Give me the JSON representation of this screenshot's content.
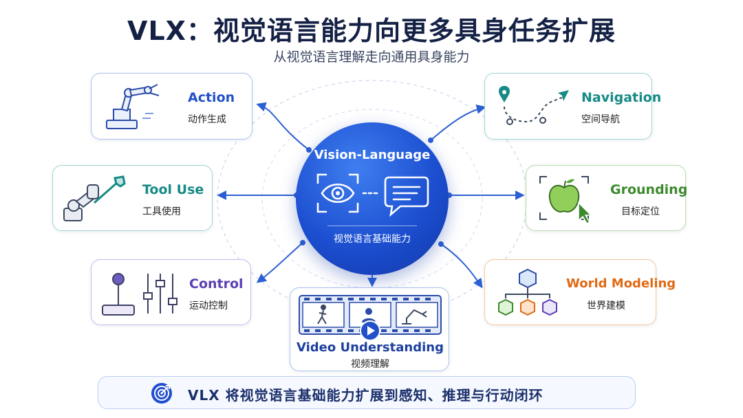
{
  "title": "VLX：视觉语言能力向更多具身任务扩展",
  "subtitle": "从视觉语言理解走向通用具身能力",
  "hub": {
    "title": "Vision-Language",
    "subtitle": "视觉语言基础能力"
  },
  "cards": {
    "action": {
      "name": "Action",
      "sub": "动作生成",
      "color": "#2150c8",
      "border": "#a9c0ee"
    },
    "tool_use": {
      "name": "Tool Use",
      "sub": "工具使用",
      "color": "#168a86",
      "border": "#9ed6d3"
    },
    "control": {
      "name": "Control",
      "sub": "运动控制",
      "color": "#5b3fb0",
      "border": "#c7b8ea"
    },
    "navigation": {
      "name": "Navigation",
      "sub": "空间导航",
      "color": "#168a86",
      "border": "#9ed6d3"
    },
    "grounding": {
      "name": "Grounding",
      "sub": "目标定位",
      "color": "#3c8a2e",
      "border": "#b6d9a6"
    },
    "world_modeling": {
      "name": "World Modeling",
      "sub": "世界建模",
      "color": "#e06a14",
      "border": "#f3c59a"
    },
    "video": {
      "name": "Video Understanding",
      "sub": "视频理解",
      "color": "#1c3f9e",
      "border": "#a9c0ee"
    }
  },
  "bottom_bar": {
    "text": "VLX 将视觉语言基础能力扩展到感知、推理与行动闭环"
  }
}
